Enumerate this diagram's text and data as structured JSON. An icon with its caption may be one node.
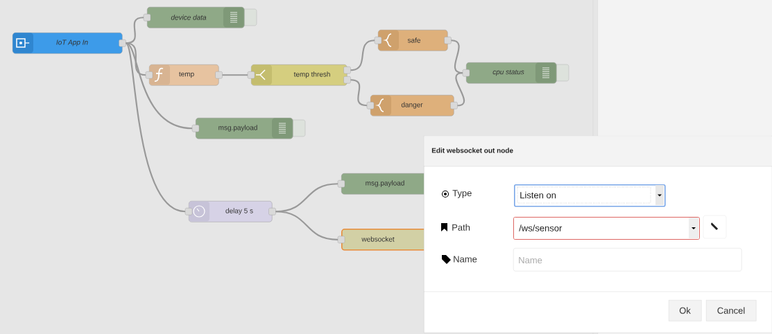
{
  "diagram": {
    "nodes": [
      {
        "text": [
          "IoT App In"
        ]
      },
      {
        "text": [
          "device data"
        ]
      },
      {
        "text": [
          "temp"
        ]
      },
      {
        "text": [
          "temp thresh"
        ]
      },
      {
        "text": [
          "safe"
        ]
      },
      {
        "text": [
          "danger"
        ]
      },
      {
        "text": [
          "cpu status"
        ]
      },
      {
        "text": [
          "msg.payload"
        ]
      },
      {
        "text": [
          "delay 5 s"
        ]
      },
      {
        "text": [
          "msg.payload"
        ]
      },
      {
        "text": [
          "websocket"
        ]
      },
      {
        "text": [
          "Edit websocket out node"
        ]
      },
      {
        "text": [
          "Listen on"
        ],
        "in": 11
      },
      {
        "text": [
          "/ws/sensor"
        ],
        "in": 11
      },
      {
        "text": [
          "Name"
        ],
        "in": 11
      },
      {
        "text": [
          "Ok"
        ],
        "in": 11
      },
      {
        "text": [
          "Cancel"
        ],
        "in": 11
      }
    ],
    "edges": [
      {
        "from": 0,
        "to": 1,
        "arrow": "none"
      },
      {
        "from": 0,
        "to": 2,
        "arrow": "none"
      },
      {
        "from": 0,
        "to": 7,
        "arrow": "none"
      },
      {
        "from": 0,
        "to": 8,
        "arrow": "none"
      },
      {
        "from": 2,
        "to": 3,
        "arrow": "none"
      },
      {
        "from": 3,
        "to": 4,
        "arrow": "none"
      },
      {
        "from": 3,
        "to": 5,
        "arrow": "none"
      },
      {
        "from": 4,
        "to": 6,
        "arrow": "none"
      },
      {
        "from": 5,
        "to": 6,
        "arrow": "none"
      },
      {
        "from": 8,
        "to": 9,
        "arrow": "none"
      },
      {
        "from": 8,
        "to": 10,
        "arrow": "none"
      }
    ],
    "labels": [
      "Type",
      "Path",
      "Name"
    ]
  }
}
